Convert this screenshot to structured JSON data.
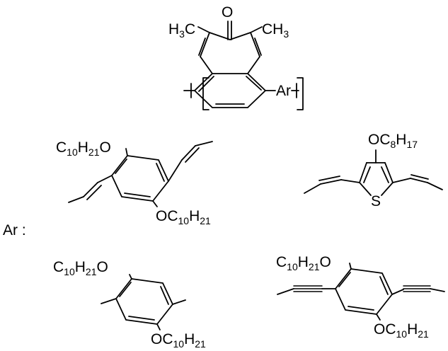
{
  "polymer": {
    "oxygen": "O",
    "left_methyl": {
      "main": "H",
      "sub": "3",
      "tail": "C"
    },
    "right_methyl": {
      "main": "CH",
      "sub": "3"
    },
    "ar": "Ar"
  },
  "ar_label": "Ar :",
  "unit1": {
    "upper_sub": {
      "c": "C",
      "n1": "10",
      "h": "H",
      "n2": "21",
      "o": "O"
    },
    "lower_sub": {
      "o": "OC",
      "n1": "10",
      "h": "H",
      "n2": "21"
    }
  },
  "unit2": {
    "sub": {
      "o": "OC",
      "n1": "8",
      "h": "H",
      "n2": "17"
    },
    "sulfur": "S"
  },
  "unit3": {
    "upper_sub": {
      "c": "C",
      "n1": "10",
      "h": "H",
      "n2": "21",
      "o": "O"
    },
    "lower_sub": {
      "o": "OC",
      "n1": "10",
      "h": "H",
      "n2": "21"
    }
  },
  "unit4": {
    "upper_sub": {
      "c": "C",
      "n1": "10",
      "h": "H",
      "n2": "21",
      "o": "O"
    },
    "lower_sub": {
      "o": "OC",
      "n1": "10",
      "h": "H",
      "n2": "21"
    }
  }
}
